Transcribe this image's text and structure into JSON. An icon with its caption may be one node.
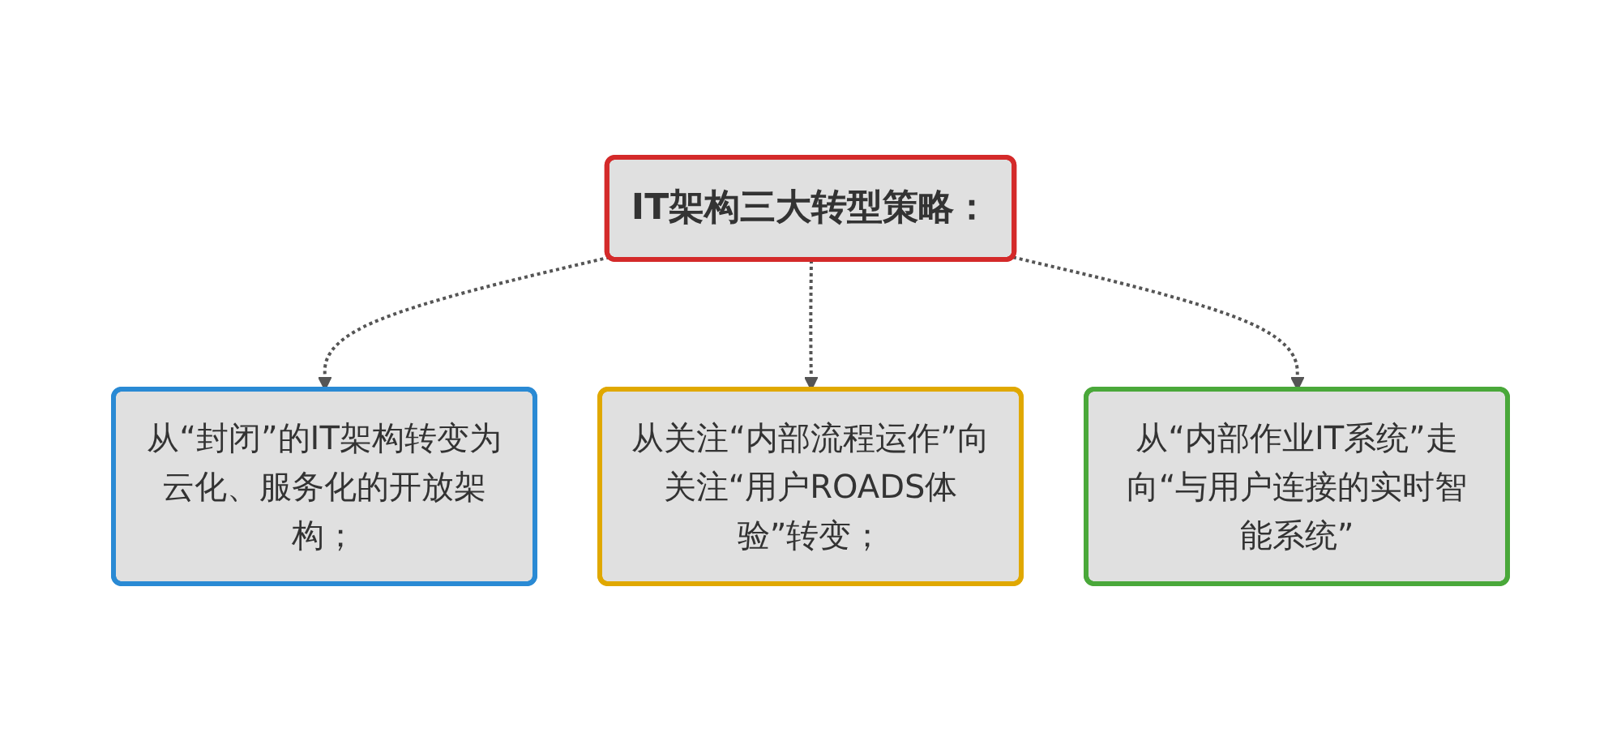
{
  "diagram": {
    "nodes": [
      {
        "text": [
          "IT架构三大转型策略："
        ]
      },
      {
        "text": [
          "从“封闭”的IT架构转变为云化、服务化的开放架构；"
        ]
      },
      {
        "text": [
          "从关注“内部流程运作”向关注“用户ROADS体验”转变；"
        ]
      },
      {
        "text": [
          "从“内部作业IT系统”走向“与用户连接的实时智能系统”"
        ]
      }
    ],
    "edges": [
      {
        "from": 0,
        "to": 1,
        "arrow": "to",
        "style": "dashed"
      },
      {
        "from": 0,
        "to": 2,
        "arrow": "to",
        "style": "dashed"
      },
      {
        "from": 0,
        "to": 3,
        "arrow": "to",
        "style": "dashed"
      }
    ]
  }
}
